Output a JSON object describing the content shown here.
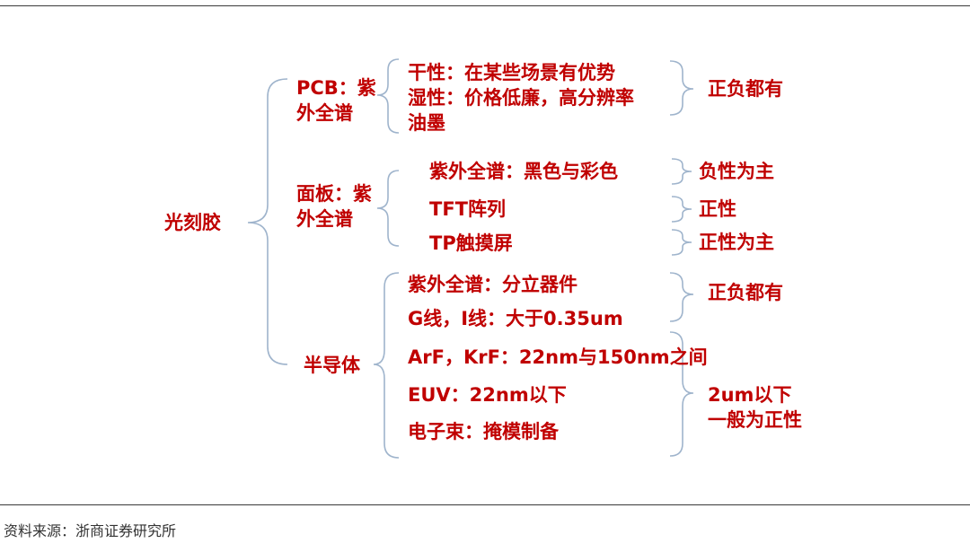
{
  "diagram": {
    "root": "光刻胶",
    "branches": [
      {
        "label": "PCB：紫外全谱",
        "items": [
          "干性：在某些场景有优势",
          "湿性：价格低廉，高分辨率",
          "油墨"
        ],
        "notes": [
          "正负都有"
        ]
      },
      {
        "label": "面板：紫外全谱",
        "items": [
          "紫外全谱：黑色与彩色",
          "TFT阵列",
          "TP触摸屏"
        ],
        "notes": [
          "负性为主",
          "正性",
          "正性为主"
        ]
      },
      {
        "label": "半导体",
        "items": [
          "紫外全谱：分立器件",
          "G线，I线：大于0.35um",
          "ArF，KrF：22nm与150nm之间",
          "EUV：22nm以下",
          "电子束：掩模制备"
        ],
        "notes": [
          "正负都有",
          "2um以下一般为正性"
        ]
      }
    ],
    "source": "资料来源：浙商证券研究所"
  },
  "colors": {
    "text": "#c00000",
    "bracket": "#9fb4cc",
    "rule": "#3a3a3a",
    "source_text": "#333333"
  }
}
